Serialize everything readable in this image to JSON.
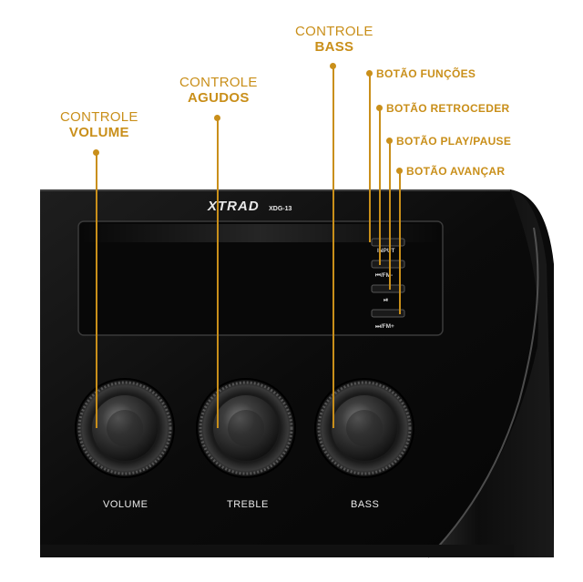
{
  "callouts": {
    "volume": {
      "line1": "CONTROLE",
      "line2": "VOLUME"
    },
    "treble": {
      "line1": "CONTROLE",
      "line2": "AGUDOS"
    },
    "bass": {
      "line1": "CONTROLE",
      "line2": "BASS"
    },
    "functions": "BOTÃO FUNÇÕES",
    "rewind": "BOTÃO RETROCEDER",
    "play": "BOTÃO PLAY/PAUSE",
    "forward": "BOTÃO AVANÇAR"
  },
  "device": {
    "brand": "XTRAD",
    "model": "XDG-13",
    "buttons": {
      "input": "INPUT",
      "prev": "⏮/FM-",
      "play": "⏯",
      "next": "⏭/FM+"
    },
    "knobs": {
      "volume": "VOLUME",
      "treble": "TREBLE",
      "bass": "BASS"
    }
  },
  "colors": {
    "accent": "#c98f1a",
    "body": "#0b0b0b"
  }
}
